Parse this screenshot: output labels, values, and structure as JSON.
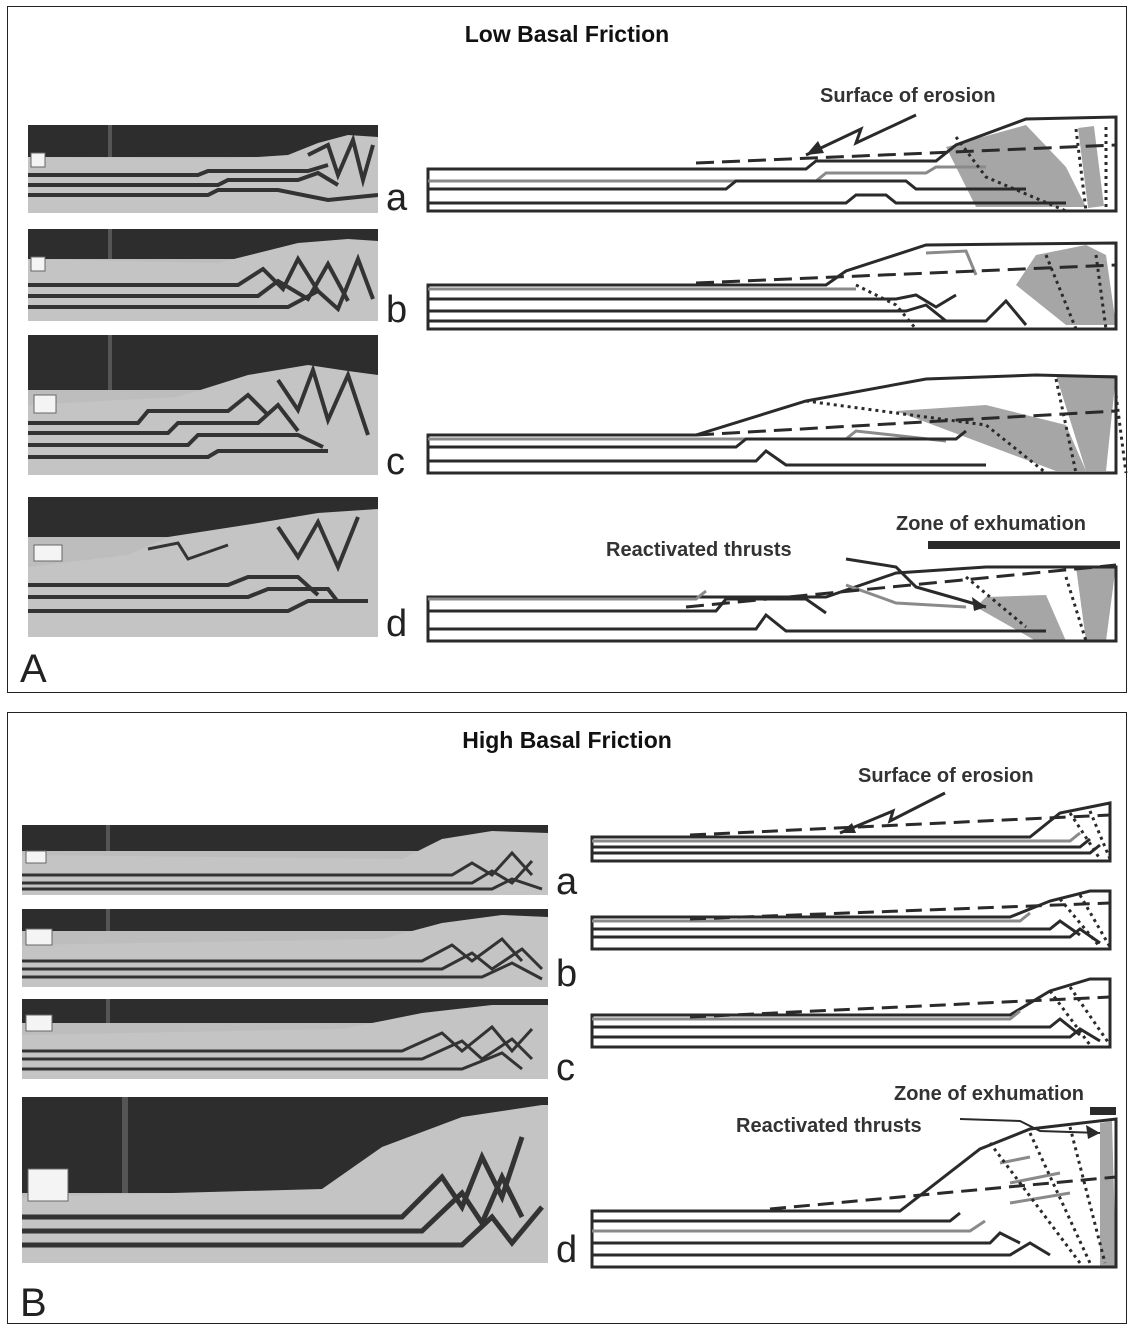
{
  "panel_a": {
    "letter": "A",
    "title": "Low Basal Friction",
    "rows": [
      "a",
      "b",
      "c",
      "d"
    ],
    "annotations": {
      "surface_of_erosion": "Surface of erosion",
      "zone_of_exhumation": "Zone of exhumation",
      "reactivated_thrusts": "Reactivated thrusts"
    }
  },
  "panel_b": {
    "letter": "B",
    "title": "High Basal Friction",
    "rows": [
      "a",
      "b",
      "c",
      "d"
    ],
    "annotations": {
      "surface_of_erosion": "Surface of erosion",
      "zone_of_exhumation": "Zone of exhumation",
      "reactivated_thrusts": "Reactivated thrusts"
    }
  },
  "colors": {
    "frame": "#222222",
    "ink": "#2a2a2a",
    "grey_layer": "#8a8a8a",
    "shaded_zone": "#a6a6a6",
    "photo_dark": "#2b2b2b",
    "photo_sand": "#b8b8b8"
  }
}
